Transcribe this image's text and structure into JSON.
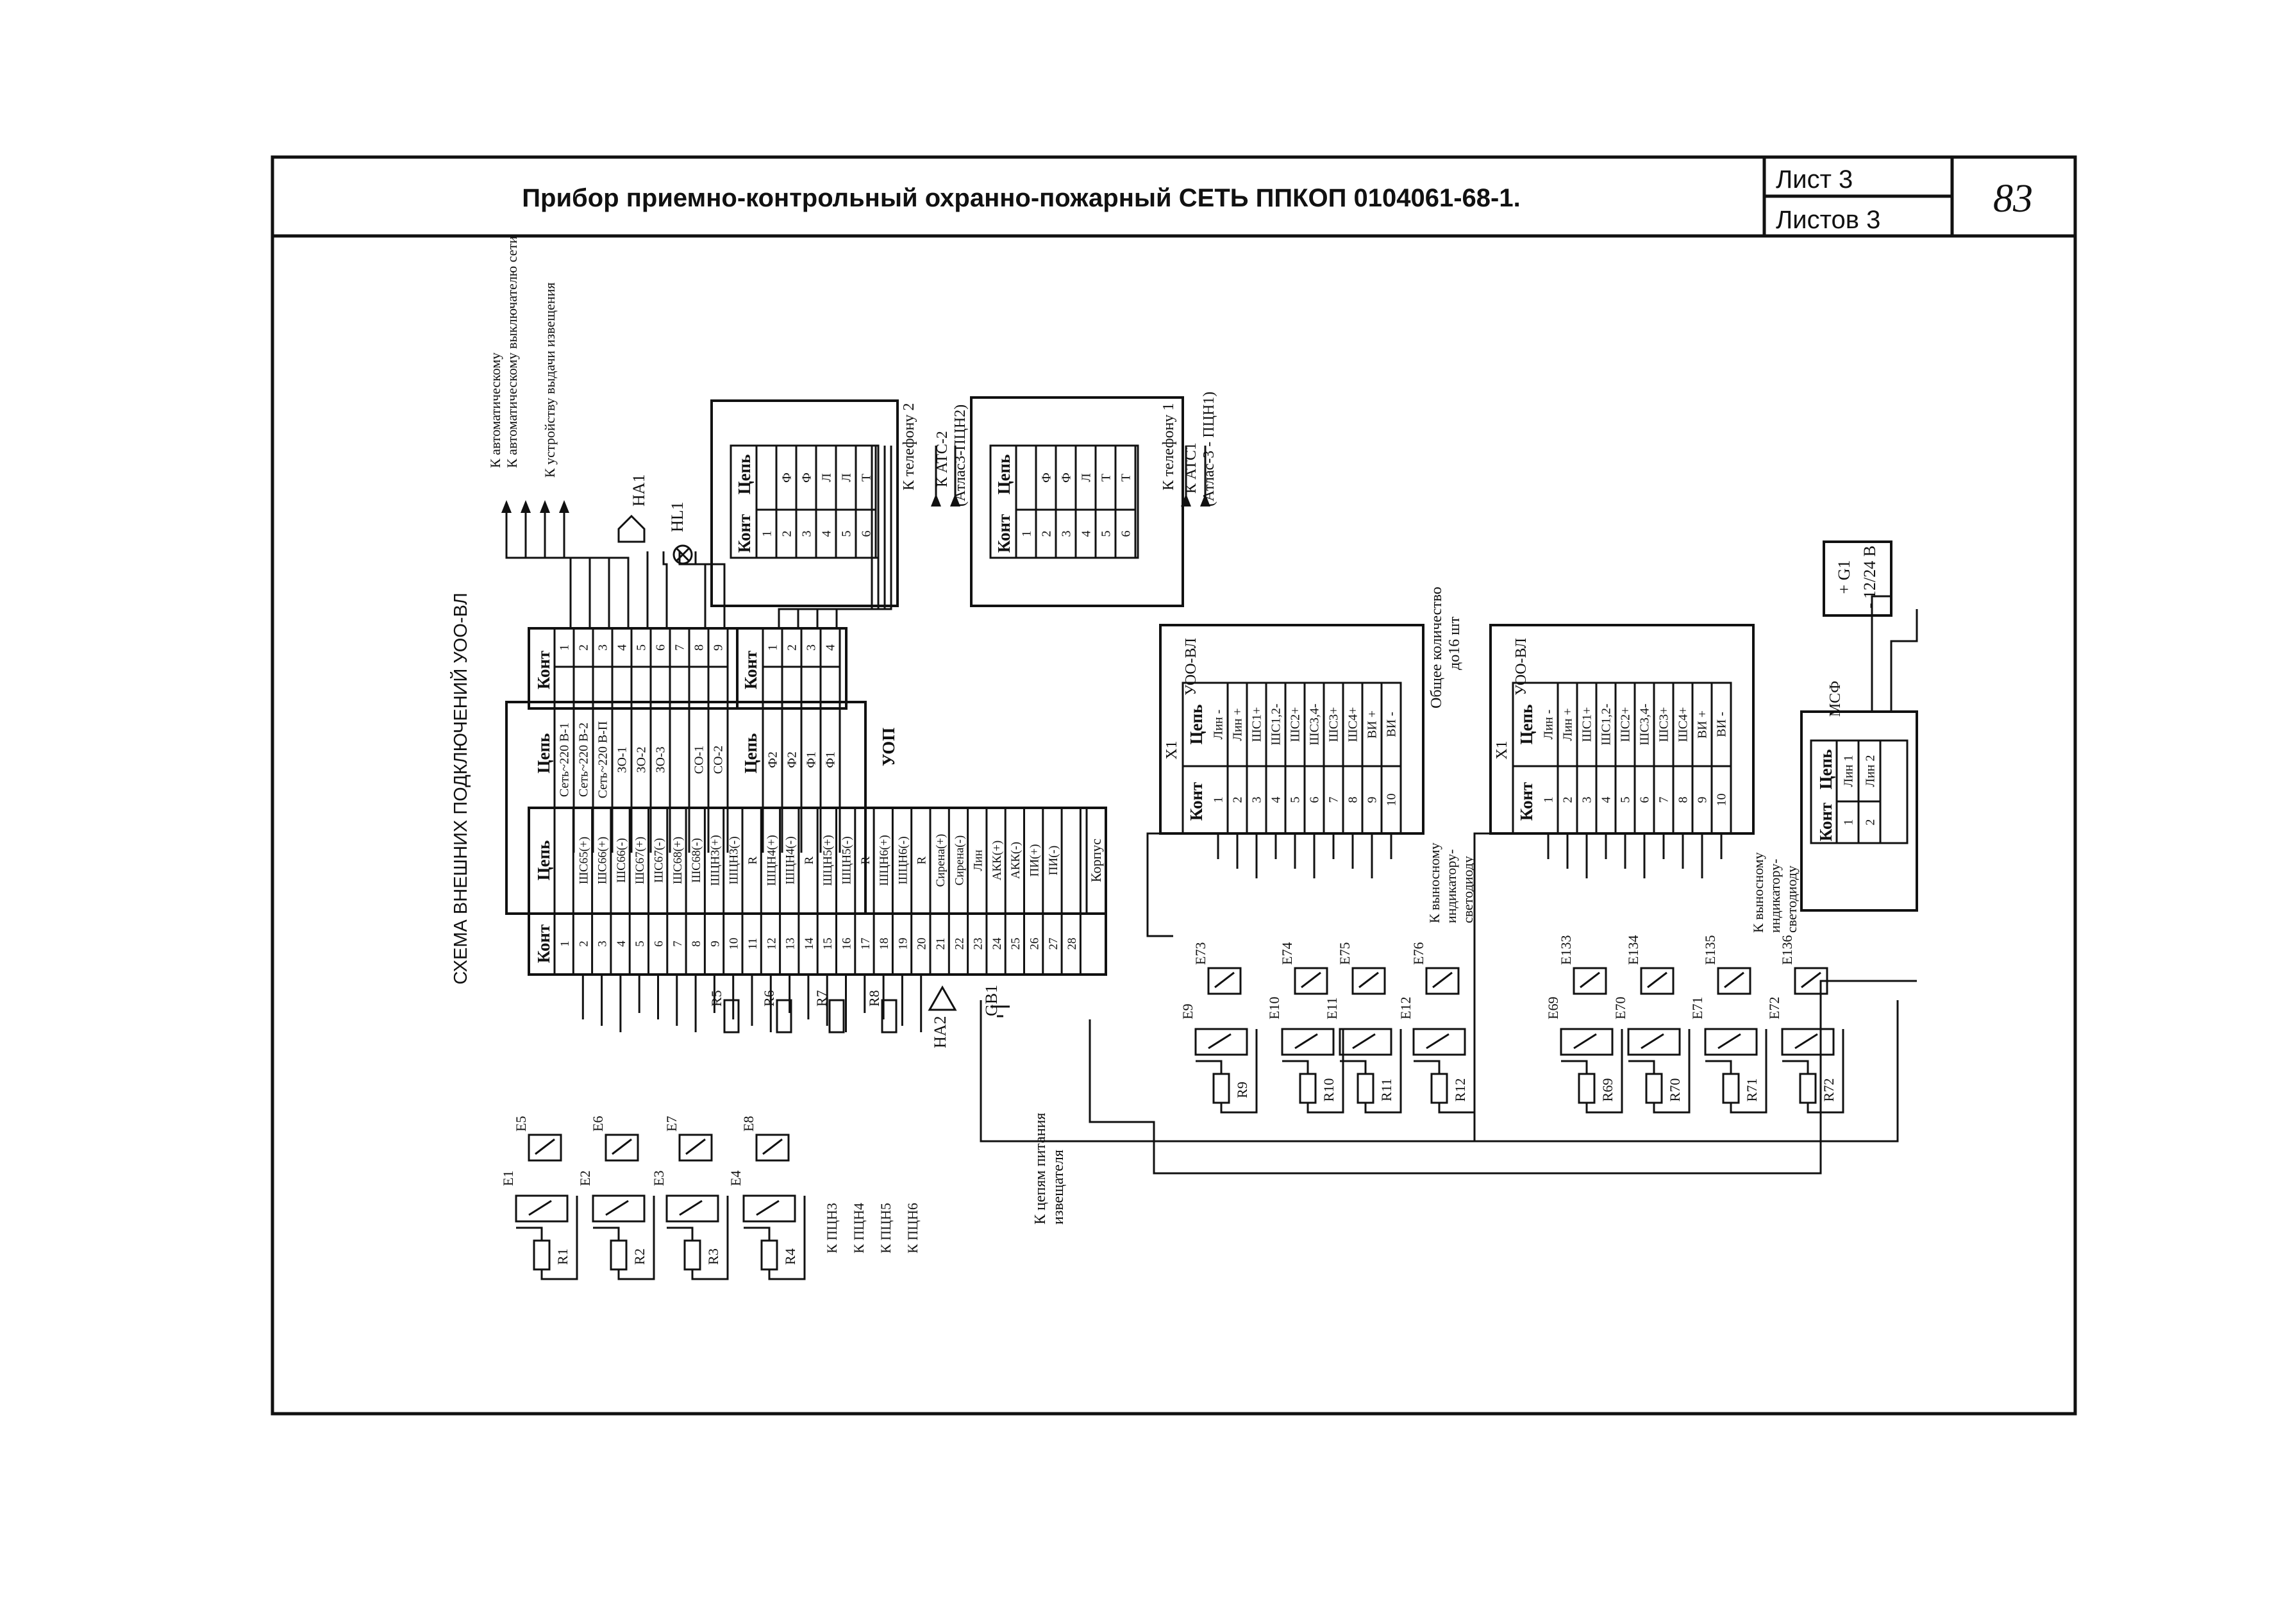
{
  "title_block": {
    "title": "Прибор приемно-контрольный охранно-пожарный СЕТЬ ППКОП 0104061-68-1.",
    "sheet": "Лист 3",
    "sheets_total": "Листов 3",
    "page_number": "83"
  },
  "scheme_title": "СХЕМА ВНЕШНИХ ПОДКЛЮЧЕНИЙ УОО-ВЛ",
  "headers": {
    "kont": "Конт",
    "tsep": "Цепь"
  },
  "uop_power": {
    "label": "УОП",
    "rows": [
      {
        "n": "1",
        "c": "Сеть~220 В-1"
      },
      {
        "n": "2",
        "c": "Сеть~220 В-2"
      },
      {
        "n": "3",
        "c": "Сеть~220 В-П"
      },
      {
        "n": "4",
        "c": "ЗО-1"
      },
      {
        "n": "5",
        "c": "ЗО-2"
      },
      {
        "n": "6",
        "c": "ЗО-3"
      },
      {
        "n": "7",
        "c": ""
      },
      {
        "n": "8",
        "c": "СО-1"
      },
      {
        "n": "9",
        "c": "СО-2"
      }
    ]
  },
  "uop_phone": {
    "rows": [
      {
        "n": "1",
        "c": "Ф2"
      },
      {
        "n": "2",
        "c": "Ф2"
      },
      {
        "n": "3",
        "c": "Ф1"
      },
      {
        "n": "4",
        "c": "Ф1"
      }
    ]
  },
  "uop_main": {
    "rows": [
      {
        "n": "1",
        "c": ""
      },
      {
        "n": "2",
        "c": "ШС65(+)"
      },
      {
        "n": "3",
        "c": "ШС66(+)"
      },
      {
        "n": "4",
        "c": "ШС66(-)"
      },
      {
        "n": "5",
        "c": "ШС67(+)"
      },
      {
        "n": "6",
        "c": "ШС67(-)"
      },
      {
        "n": "7",
        "c": "ШС68(+)"
      },
      {
        "n": "8",
        "c": "ШС68(-)"
      },
      {
        "n": "9",
        "c": "ШЦН3(+)"
      },
      {
        "n": "10",
        "c": "ШЦН3(-)"
      },
      {
        "n": "11",
        "c": "R"
      },
      {
        "n": "12",
        "c": "ШЦН4(+)"
      },
      {
        "n": "13",
        "c": "ШЦН4(-)"
      },
      {
        "n": "14",
        "c": "R"
      },
      {
        "n": "15",
        "c": "ШЦН5(+)"
      },
      {
        "n": "16",
        "c": "ШЦН5(-)"
      },
      {
        "n": "17",
        "c": "R"
      },
      {
        "n": "18",
        "c": "ШЦН6(+)"
      },
      {
        "n": "19",
        "c": "ШЦН6(-)"
      },
      {
        "n": "20",
        "c": "R"
      },
      {
        "n": "21",
        "c": "Сирена(+)"
      },
      {
        "n": "22",
        "c": "Сирена(-)"
      },
      {
        "n": "23",
        "c": "Лин"
      },
      {
        "n": "24",
        "c": "АКК(+)"
      },
      {
        "n": "25",
        "c": "АКК(-)"
      },
      {
        "n": "26",
        "c": "ПИ(+)"
      },
      {
        "n": "27",
        "c": "ПИ(-)"
      },
      {
        "n": "28",
        "c": ""
      }
    ],
    "korpus": "Корпус"
  },
  "phone_blocks": [
    {
      "rows": [
        {
          "n": "1",
          "c": ""
        },
        {
          "n": "2",
          "c": "Ф"
        },
        {
          "n": "3",
          "c": "Ф"
        },
        {
          "n": "4",
          "c": "Л"
        },
        {
          "n": "5",
          "c": "Л"
        },
        {
          "n": "6",
          "c": "Т"
        }
      ]
    },
    {
      "rows": [
        {
          "n": "1",
          "c": ""
        },
        {
          "n": "2",
          "c": "Ф"
        },
        {
          "n": "3",
          "c": "Ф"
        },
        {
          "n": "4",
          "c": "Л"
        },
        {
          "n": "5",
          "c": "Т"
        },
        {
          "n": "6",
          "c": "Т"
        }
      ]
    }
  ],
  "uoo_blocks": [
    {
      "name": "УОО-ВЛ",
      "conn": "X1",
      "rows": [
        {
          "n": "1",
          "c": "Лин -"
        },
        {
          "n": "2",
          "c": "Лин +"
        },
        {
          "n": "3",
          "c": "ШС1+"
        },
        {
          "n": "4",
          "c": "ШС1,2-"
        },
        {
          "n": "5",
          "c": "ШС2+"
        },
        {
          "n": "6",
          "c": "ШС3,4-"
        },
        {
          "n": "7",
          "c": "ШС3+"
        },
        {
          "n": "8",
          "c": "ШС4+"
        },
        {
          "n": "9",
          "c": "ВИ +"
        },
        {
          "n": "10",
          "c": "ВИ -"
        }
      ]
    },
    {
      "name": "УОО-ВЛ",
      "conn": "X1",
      "rows": [
        {
          "n": "1",
          "c": "Лин -"
        },
        {
          "n": "2",
          "c": "Лин +"
        },
        {
          "n": "3",
          "c": "ШС1+"
        },
        {
          "n": "4",
          "c": "ШС1,2-"
        },
        {
          "n": "5",
          "c": "ШС2+"
        },
        {
          "n": "6",
          "c": "ШС3,4-"
        },
        {
          "n": "7",
          "c": "ШС3+"
        },
        {
          "n": "8",
          "c": "ШС4+"
        },
        {
          "n": "9",
          "c": "ВИ +"
        },
        {
          "n": "10",
          "c": "ВИ -"
        }
      ]
    }
  ],
  "msf": {
    "name": "МСФ",
    "rows": [
      {
        "n": "1",
        "c": "Лин 1"
      },
      {
        "n": "2",
        "c": "Лин 2"
      }
    ]
  },
  "battery": {
    "l1": "+ G1",
    "l2": "- 12/24 В"
  },
  "notes": {
    "auto_switch": "К автоматическому выключателю сети",
    "alarm_device": "К устройству выдачи извещения",
    "ha1": "HA1",
    "hl1": "HL1",
    "ha2": "HA2",
    "gb1": "GB1",
    "phone2": "К телефону 2",
    "ats2": "К АТС-2",
    "ats2_sub": "(Атлас3-ПЦН2)",
    "phone1": "К телефону 1",
    "ats1": "К АТС1",
    "ats1_sub": "(Атлас-3 - ПЦН1)",
    "count_1": "Общее количество",
    "count_2": "до16 шт",
    "remote_1": "К выносному",
    "remote_2": "индикатору-",
    "remote_3": "светодиоду",
    "power_1": "К цепям питания",
    "power_2": "извещателя",
    "pcn": [
      "К ПЦН3",
      "К ПЦН4",
      "К ПЦН5",
      "К ПЦН6"
    ]
  },
  "resistors_uop": [
    "R5",
    "R6",
    "R7",
    "R8"
  ],
  "loops_uop": [
    {
      "r": "R1",
      "e": "E1",
      "s": "E5"
    },
    {
      "r": "R2",
      "e": "E2",
      "s": "E6"
    },
    {
      "r": "R3",
      "e": "E3",
      "s": "E7"
    },
    {
      "r": "R4",
      "e": "E4",
      "s": "E8"
    }
  ],
  "loops_uoo1": [
    {
      "r": "R9",
      "e": "E9",
      "s": "E73"
    },
    {
      "r": "R10",
      "e": "E10",
      "s": "E74"
    },
    {
      "r": "R11",
      "e": "E11",
      "s": "E75"
    },
    {
      "r": "R12",
      "e": "E12",
      "s": "E76"
    }
  ],
  "loops_uoo2": [
    {
      "r": "R69",
      "e": "E69",
      "s": "E133"
    },
    {
      "r": "R70",
      "e": "E70",
      "s": "E134"
    },
    {
      "r": "R71",
      "e": "E71",
      "s": "E135"
    },
    {
      "r": "R72",
      "e": "E72",
      "s": "E136"
    }
  ]
}
